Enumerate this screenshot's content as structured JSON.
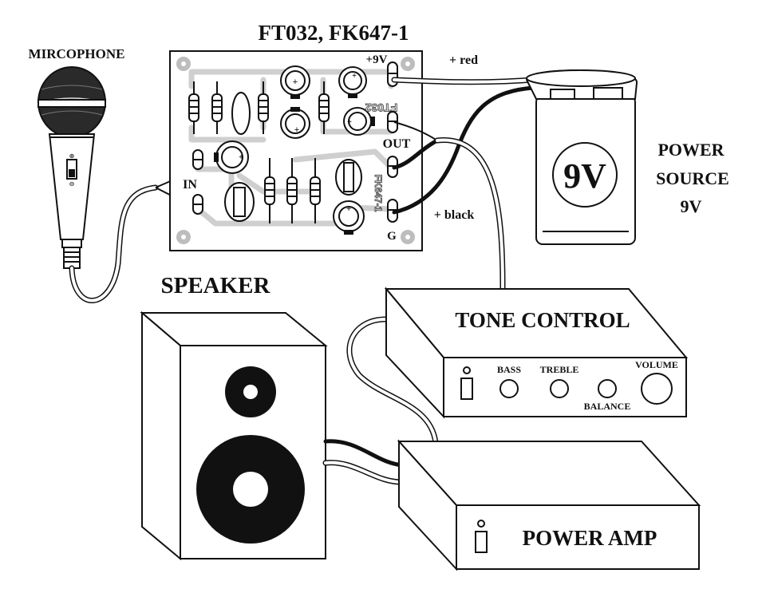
{
  "title": "FT032, FK647-1",
  "microphone_label": "MIRCOPHONE",
  "pcb": {
    "in_label": "IN",
    "out_label": "OUT",
    "g_label": "G",
    "plus9v_label": "+9V",
    "silk_code_1": "FT032",
    "silk_code_2": "FK647-1"
  },
  "wires": {
    "red_label": "+ red",
    "black_label": "+ black"
  },
  "battery": {
    "face_label": "9V"
  },
  "power_source": {
    "line1": "POWER",
    "line2": "SOURCE",
    "line3": "9V"
  },
  "speaker_label": "SPEAKER",
  "tone_control": {
    "title": "TONE CONTROL",
    "bass": "BASS",
    "treble": "TREBLE",
    "balance": "BALANCE",
    "volume": "VOLUME"
  },
  "power_amp": {
    "title": "POWER AMP"
  },
  "colors": {
    "ink": "#111111",
    "board": "#ffffff",
    "trace": "#cfcfcf"
  }
}
